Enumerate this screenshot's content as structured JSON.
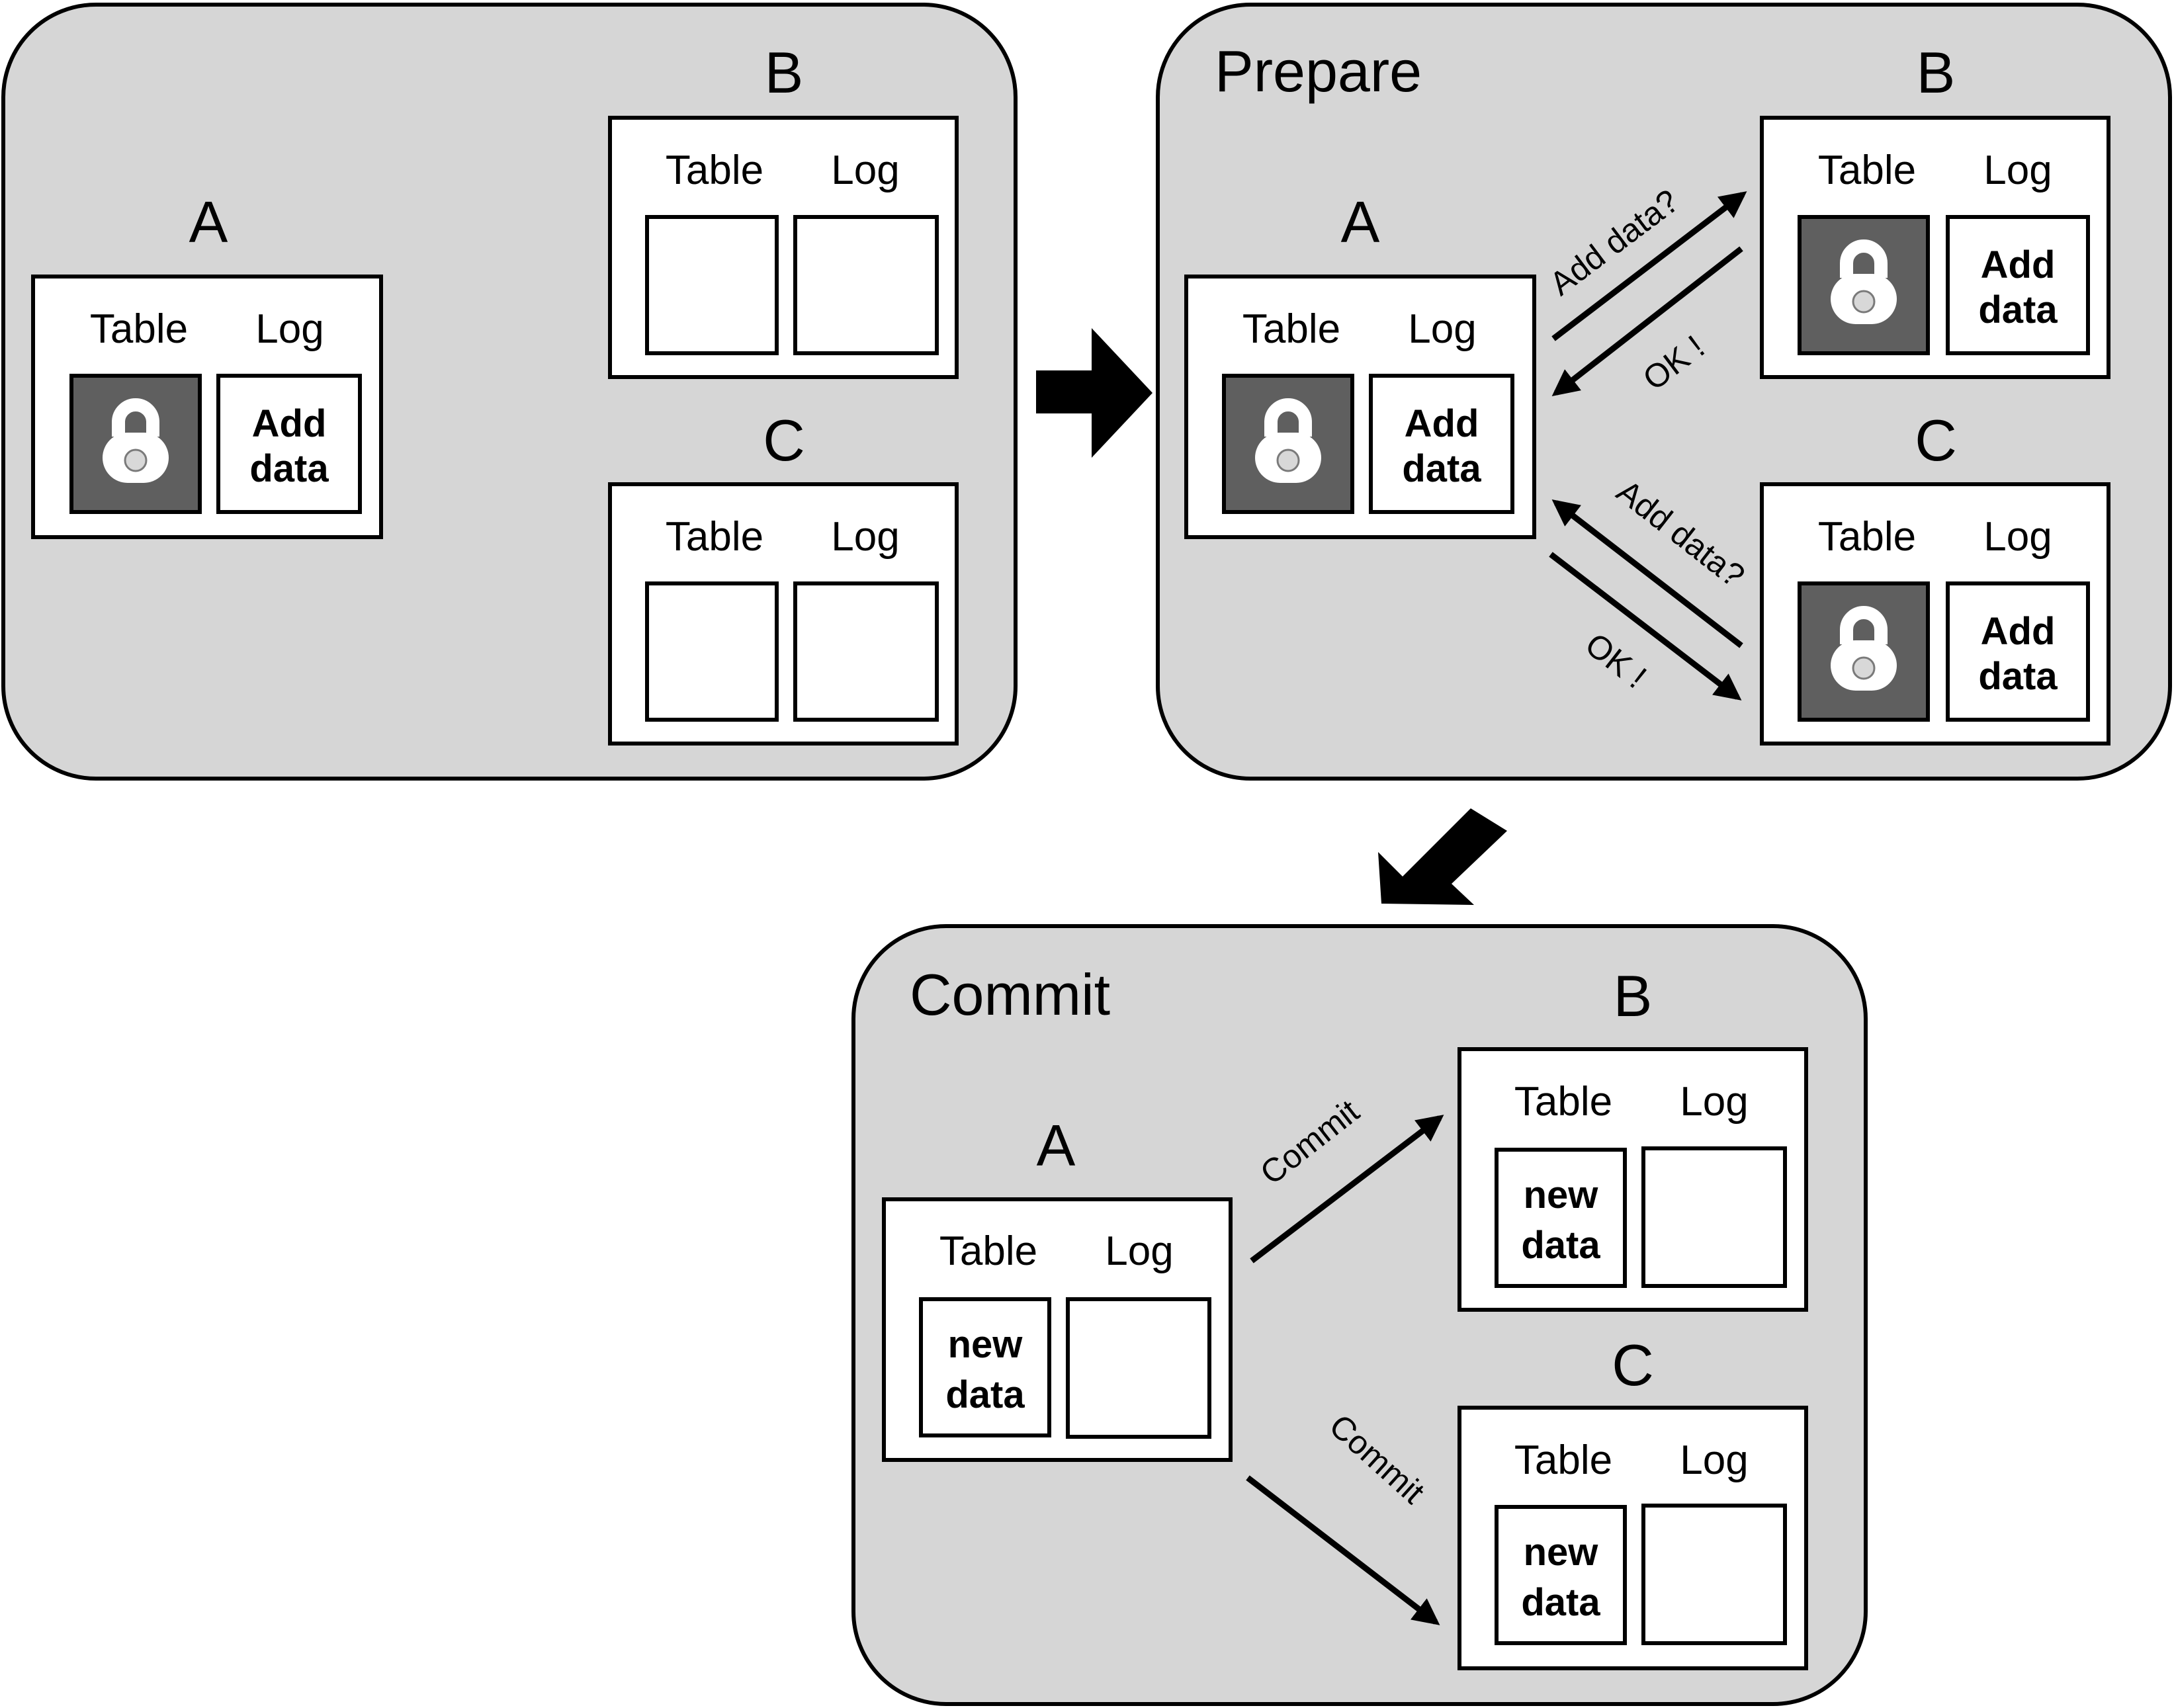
{
  "labels": {
    "table": "Table",
    "log": "Log",
    "add_data_l1": "Add",
    "add_data_l2": "data",
    "new_data_l1": "new",
    "new_data_l2": "data"
  },
  "panels": {
    "initial": {
      "title": "",
      "node_a": "A",
      "node_b": "B",
      "node_c": "C"
    },
    "prepare": {
      "title": "Prepare",
      "node_a": "A",
      "node_b": "B",
      "node_c": "C",
      "msg_ab": "Add data?",
      "msg_ba": "OK !",
      "msg_ac": "Add data?",
      "msg_ca": "OK !"
    },
    "commit": {
      "title": "Commit",
      "node_a": "A",
      "node_b": "B",
      "node_c": "C",
      "msg_ab": "Commit",
      "msg_ac": "Commit"
    }
  },
  "colors": {
    "panel": "#d6d6d6",
    "locked": "#5f5f5f",
    "ink": "#000000"
  },
  "icons": {
    "lock": "padlock-icon",
    "flow_right": "block-arrow-right",
    "flow_down": "block-arrow-down-left"
  }
}
